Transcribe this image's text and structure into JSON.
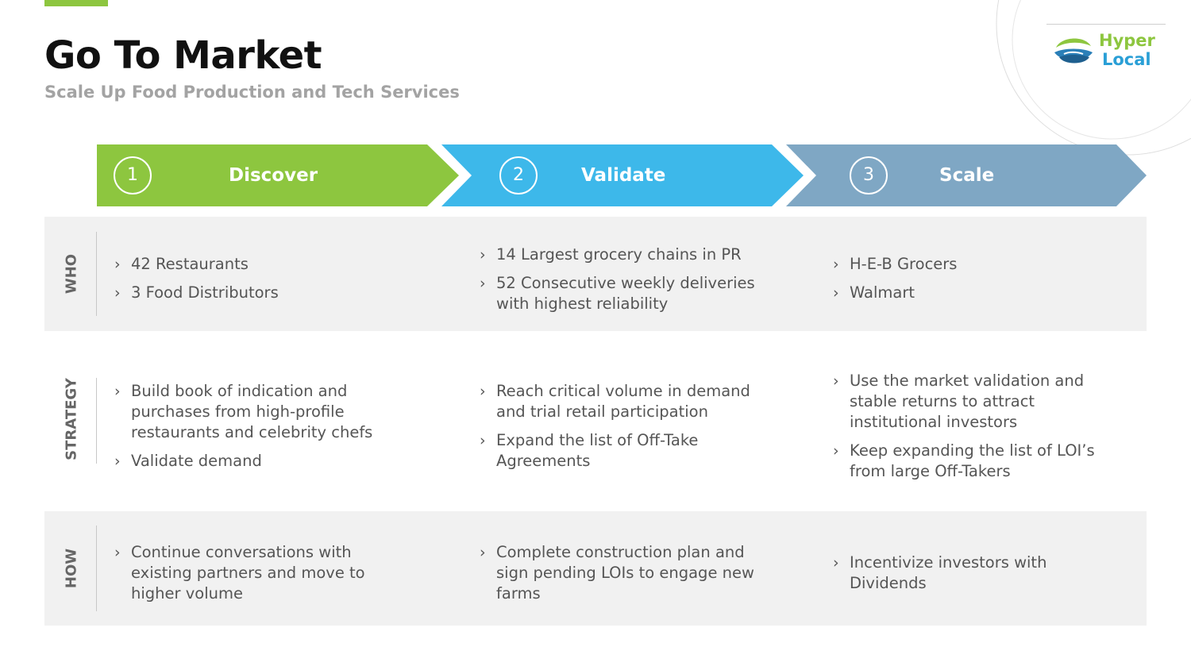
{
  "header": {
    "title": "Go To Market",
    "subtitle": "Scale Up Food Production and Tech Services"
  },
  "logo": {
    "line1": "Hyper",
    "line2": "Local"
  },
  "colors": {
    "green": "#8dc63f",
    "blue": "#3db8ea",
    "steel": "#7fa7c4",
    "band": "#f1f1f1"
  },
  "steps": [
    {
      "number": "1",
      "label": "Discover"
    },
    {
      "number": "2",
      "label": "Validate"
    },
    {
      "number": "3",
      "label": "Scale"
    }
  ],
  "rows": {
    "who": {
      "label": "WHO",
      "discover": [
        "42 Restaurants",
        "3 Food Distributors"
      ],
      "validate": [
        "14 Largest grocery chains in PR",
        "52 Consecutive weekly deliveries with highest reliability"
      ],
      "scale": [
        "H-E-B Grocers",
        "Walmart"
      ]
    },
    "strategy": {
      "label": "STRATEGY",
      "discover": [
        "Build book of indication and purchases from high-profile restaurants and celebrity chefs",
        "Validate demand"
      ],
      "validate": [
        "Reach critical volume in demand and trial retail participation",
        "Expand the list of Off-Take Agreements"
      ],
      "scale": [
        "Use the market validation and stable returns to attract institutional investors",
        "Keep expanding the list of LOI’s from large Off-Takers"
      ]
    },
    "how": {
      "label": "HOW",
      "discover": [
        "Continue conversations with existing partners and move to higher volume"
      ],
      "validate": [
        "Complete construction plan and sign pending LOIs to engage new farms"
      ],
      "scale": [
        "Incentivize investors with Dividends"
      ]
    }
  }
}
